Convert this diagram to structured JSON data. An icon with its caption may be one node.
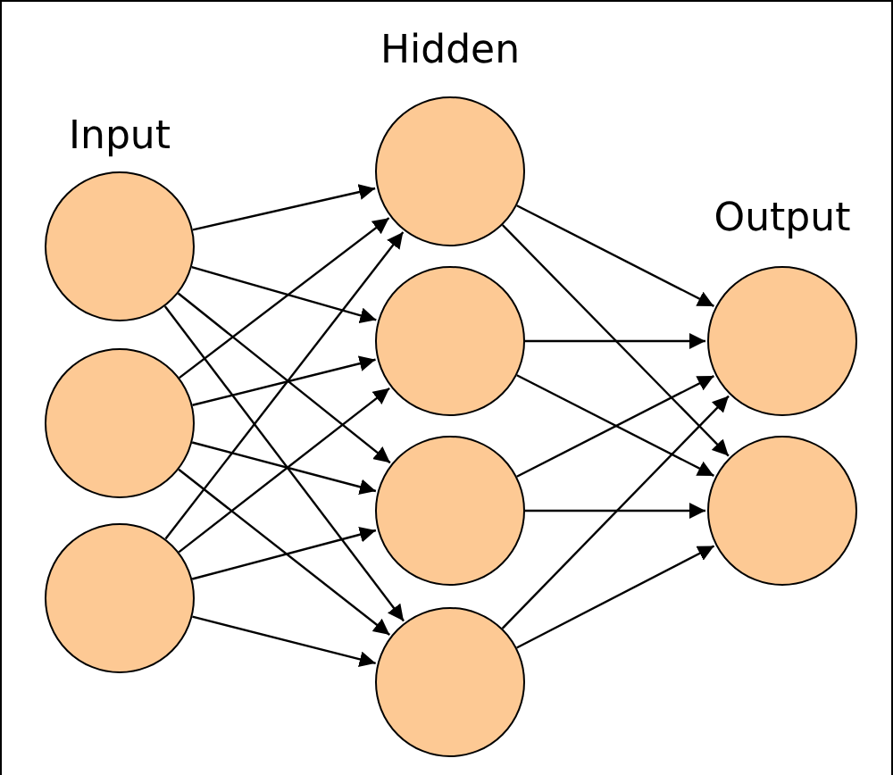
{
  "diagram": {
    "nodes": [
      {
        "text": [],
        "shape": "circle"
      },
      {
        "text": [],
        "shape": "circle"
      },
      {
        "text": [],
        "shape": "circle"
      },
      {
        "text": [],
        "shape": "circle"
      },
      {
        "text": [],
        "shape": "circle"
      },
      {
        "text": [],
        "shape": "circle"
      },
      {
        "text": [],
        "shape": "circle"
      },
      {
        "text": [],
        "shape": "circle"
      },
      {
        "text": [],
        "shape": "circle"
      }
    ],
    "edges": [
      {
        "from": 0,
        "to": 3,
        "arrow": "to"
      },
      {
        "from": 0,
        "to": 4,
        "arrow": "to"
      },
      {
        "from": 0,
        "to": 5,
        "arrow": "to"
      },
      {
        "from": 0,
        "to": 6,
        "arrow": "to"
      },
      {
        "from": 1,
        "to": 3,
        "arrow": "to"
      },
      {
        "from": 1,
        "to": 4,
        "arrow": "to"
      },
      {
        "from": 1,
        "to": 5,
        "arrow": "to"
      },
      {
        "from": 1,
        "to": 6,
        "arrow": "to"
      },
      {
        "from": 2,
        "to": 3,
        "arrow": "to"
      },
      {
        "from": 2,
        "to": 4,
        "arrow": "to"
      },
      {
        "from": 2,
        "to": 5,
        "arrow": "to"
      },
      {
        "from": 2,
        "to": 6,
        "arrow": "to"
      },
      {
        "from": 3,
        "to": 7,
        "arrow": "to"
      },
      {
        "from": 3,
        "to": 8,
        "arrow": "to"
      },
      {
        "from": 4,
        "to": 7,
        "arrow": "to"
      },
      {
        "from": 4,
        "to": 8,
        "arrow": "to"
      },
      {
        "from": 5,
        "to": 7,
        "arrow": "to"
      },
      {
        "from": 5,
        "to": 8,
        "arrow": "to"
      },
      {
        "from": 6,
        "to": 7,
        "arrow": "to"
      },
      {
        "from": 6,
        "to": 8,
        "arrow": "to"
      }
    ],
    "labels": [
      "Hidden",
      "Input",
      "Output"
    ]
  }
}
